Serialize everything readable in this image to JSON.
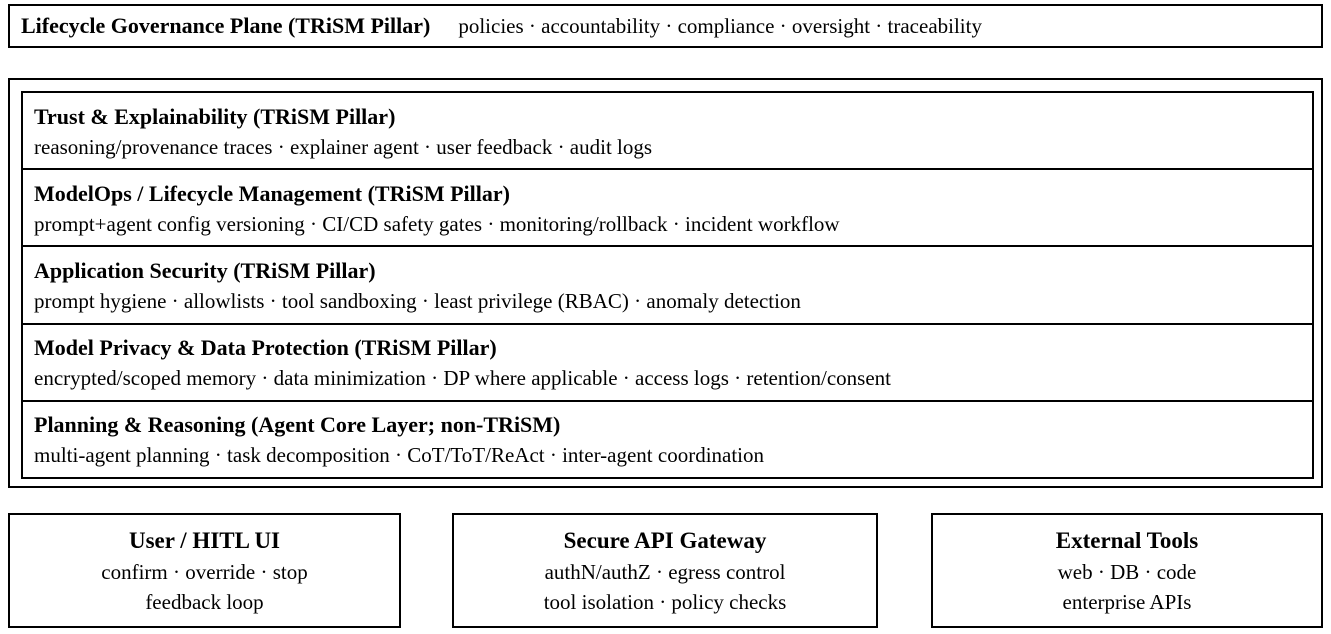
{
  "diagram": {
    "governance_plane": {
      "title": "Lifecycle Governance Plane (TRiSM Pillar)",
      "detail": "policies · accountability · compliance · oversight · traceability"
    },
    "layers": [
      {
        "title": "Trust & Explainability (TRiSM Pillar)",
        "detail": "reasoning/provenance traces · explainer agent · user feedback · audit logs"
      },
      {
        "title": "ModelOps / Lifecycle Management (TRiSM Pillar)",
        "detail": "prompt+agent config versioning · CI/CD safety gates · monitoring/rollback · incident workflow"
      },
      {
        "title": "Application Security (TRiSM Pillar)",
        "detail": "prompt hygiene · allowlists · tool sandboxing · least privilege (RBAC) · anomaly detection"
      },
      {
        "title": "Model Privacy & Data Protection (TRiSM Pillar)",
        "detail": "encrypted/scoped memory · data minimization · DP where applicable · access logs · retention/consent"
      },
      {
        "title": "Planning & Reasoning (Agent Core Layer; non-TRiSM)",
        "detail": "multi-agent planning · task decomposition · CoT/ToT/ReAct · inter-agent coordination"
      }
    ],
    "bottom_boxes": [
      {
        "title": "User / HITL UI",
        "line1": "confirm · override · stop",
        "line2": "feedback loop"
      },
      {
        "title": "Secure API Gateway",
        "line1": "authN/authZ · egress control",
        "line2": "tool isolation · policy checks"
      },
      {
        "title": "External Tools",
        "line1": "web · DB · code",
        "line2": "enterprise APIs"
      }
    ],
    "colors": {
      "border": "#000000",
      "background": "#ffffff",
      "text": "#000000"
    }
  }
}
